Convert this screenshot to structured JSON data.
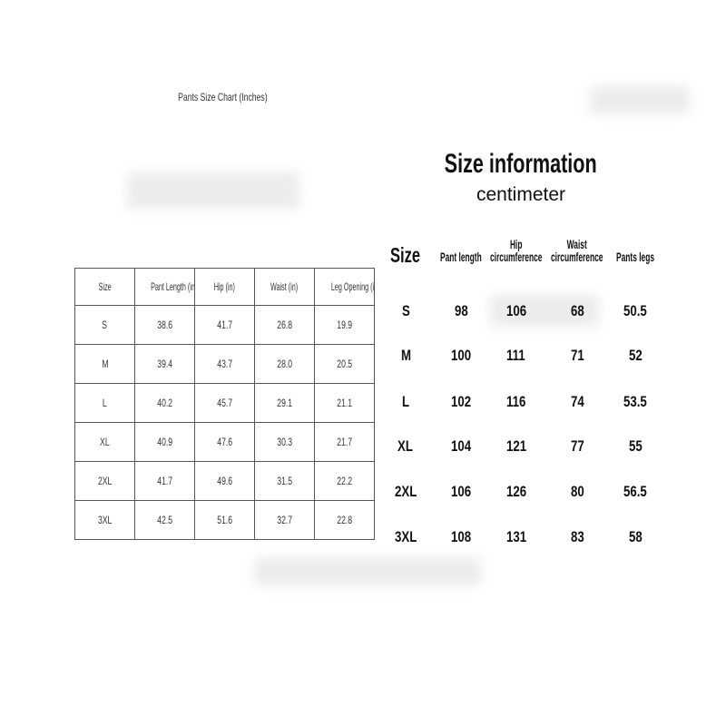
{
  "inch_chart": {
    "title": "Pants Size Chart (Inches)",
    "headers": [
      "Size",
      "Pant Length (in)",
      "Hip (in)",
      "Waist (in)",
      "Leg Opening (in)"
    ],
    "rows": [
      [
        "S",
        "38.6",
        "41.7",
        "26.8",
        "19.9"
      ],
      [
        "M",
        "39.4",
        "43.7",
        "28.0",
        "20.5"
      ],
      [
        "L",
        "40.2",
        "45.7",
        "29.1",
        "21.1"
      ],
      [
        "XL",
        "40.9",
        "47.6",
        "30.3",
        "21.7"
      ],
      [
        "2XL",
        "41.7",
        "49.6",
        "31.5",
        "22.2"
      ],
      [
        "3XL",
        "42.5",
        "51.6",
        "32.7",
        "22.8"
      ]
    ]
  },
  "cm_chart": {
    "title": "Size information",
    "unit": "centimeter",
    "headers": [
      "Size",
      "Pant length",
      "Hip circumference",
      "Waist circumference",
      "Pants legs"
    ],
    "rows": [
      [
        "S",
        "98",
        "106",
        "68",
        "50.5"
      ],
      [
        "M",
        "100",
        "111",
        "71",
        "52"
      ],
      [
        "L",
        "102",
        "116",
        "74",
        "53.5"
      ],
      [
        "XL",
        "104",
        "121",
        "77",
        "55"
      ],
      [
        "2XL",
        "106",
        "126",
        "80",
        "56.5"
      ],
      [
        "3XL",
        "108",
        "131",
        "83",
        "58"
      ]
    ]
  }
}
